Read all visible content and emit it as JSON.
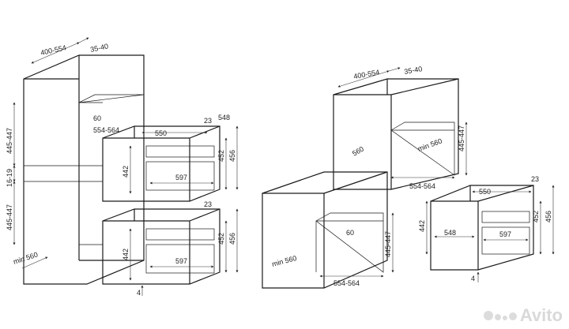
{
  "left_diagram": {
    "top_width": "400-554",
    "top_depth": "35-40",
    "inner_depth": "60",
    "upper_inner_width": "554-564",
    "upper_height_range": "445-447",
    "gap": "16-19",
    "lower_height_range": "445-447",
    "base_min": "min 560",
    "upper_oven": {
      "depth": "550",
      "top_offset": "23",
      "width_outer": "548",
      "height_inner": "452",
      "height_outer": "456",
      "front_height": "442",
      "front_width": "597"
    },
    "lower_oven": {
      "top_offset": "23",
      "height_inner": "452",
      "height_outer": "456",
      "front_height": "442",
      "front_width": "597",
      "bottom_offset": "4"
    }
  },
  "right_diagram": {
    "top_width": "400-554",
    "top_depth": "35-40",
    "upper_min": "min 560",
    "upper_depth": "560",
    "upper_height_range": "445-447",
    "upper_inner_width": "554-564",
    "lower_inner_depth": "60",
    "lower_height_range": "445-447",
    "lower_min": "min 560",
    "lower_inner_width": "554-564",
    "oven": {
      "depth": "550",
      "top_offset": "23",
      "height_inner": "452",
      "height_outer": "456",
      "front_height": "442",
      "side_width": "548",
      "front_width": "597",
      "bottom_offset": "4"
    }
  },
  "watermark": {
    "text": "Avito",
    "dot_colors": [
      "#dcdcdc",
      "#dcdcdc",
      "#dcdcdc",
      "#dcdcdc"
    ]
  }
}
